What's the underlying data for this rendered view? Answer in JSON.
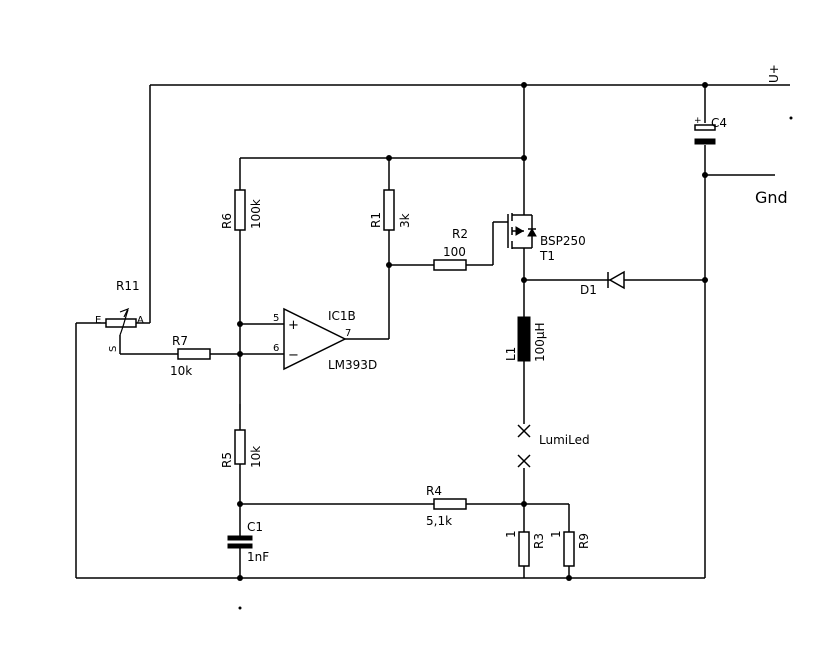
{
  "components": {
    "R11": {
      "ref": "R11",
      "pin_e": "E",
      "pin_a": "A",
      "pin_s": "S"
    },
    "R7": {
      "ref": "R7",
      "value": "10k"
    },
    "R6": {
      "ref": "R6",
      "value": "100k"
    },
    "R1": {
      "ref": "R1",
      "value": "3k"
    },
    "R2": {
      "ref": "R2",
      "value": "100"
    },
    "R5": {
      "ref": "R5",
      "value": "10k"
    },
    "R4": {
      "ref": "R4",
      "value": "5,1k"
    },
    "R3": {
      "ref": "R3",
      "value": "1"
    },
    "R9": {
      "ref": "R9",
      "value": "1"
    },
    "C1": {
      "ref": "C1",
      "value": "1nF"
    },
    "C4": {
      "ref": "C4",
      "plus": "+"
    },
    "T1": {
      "ref": "T1",
      "value": "BSP250"
    },
    "D1": {
      "ref": "D1"
    },
    "L1": {
      "ref": "L1",
      "value": "100µH"
    },
    "IC1B": {
      "ref": "IC1B",
      "value": "LM393D",
      "pin5": "5",
      "pin6": "6",
      "pin7": "7",
      "plus": "+",
      "minus": "−"
    },
    "LED": {
      "label": "LumiLed"
    }
  },
  "nets": {
    "supply": "U+",
    "ground": "Gnd"
  }
}
